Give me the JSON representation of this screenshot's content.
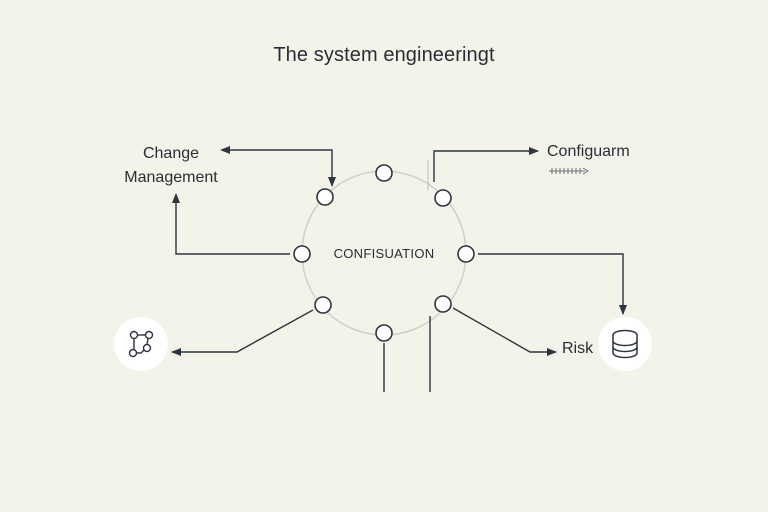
{
  "diagram": {
    "title": "The system engineeringt",
    "center_label": "CONFISUATION",
    "nodes": {
      "change_management": [
        "Change",
        "Management"
      ],
      "configuration": "Configuarm",
      "risk": "Risk"
    },
    "icons": {
      "left": "share-nodes-icon",
      "right": "database-icon"
    },
    "colors": {
      "background": "#f3f3ea",
      "line": "#2e3440",
      "ring": "#cfd0cb",
      "node_fill": "#ffffff"
    }
  }
}
